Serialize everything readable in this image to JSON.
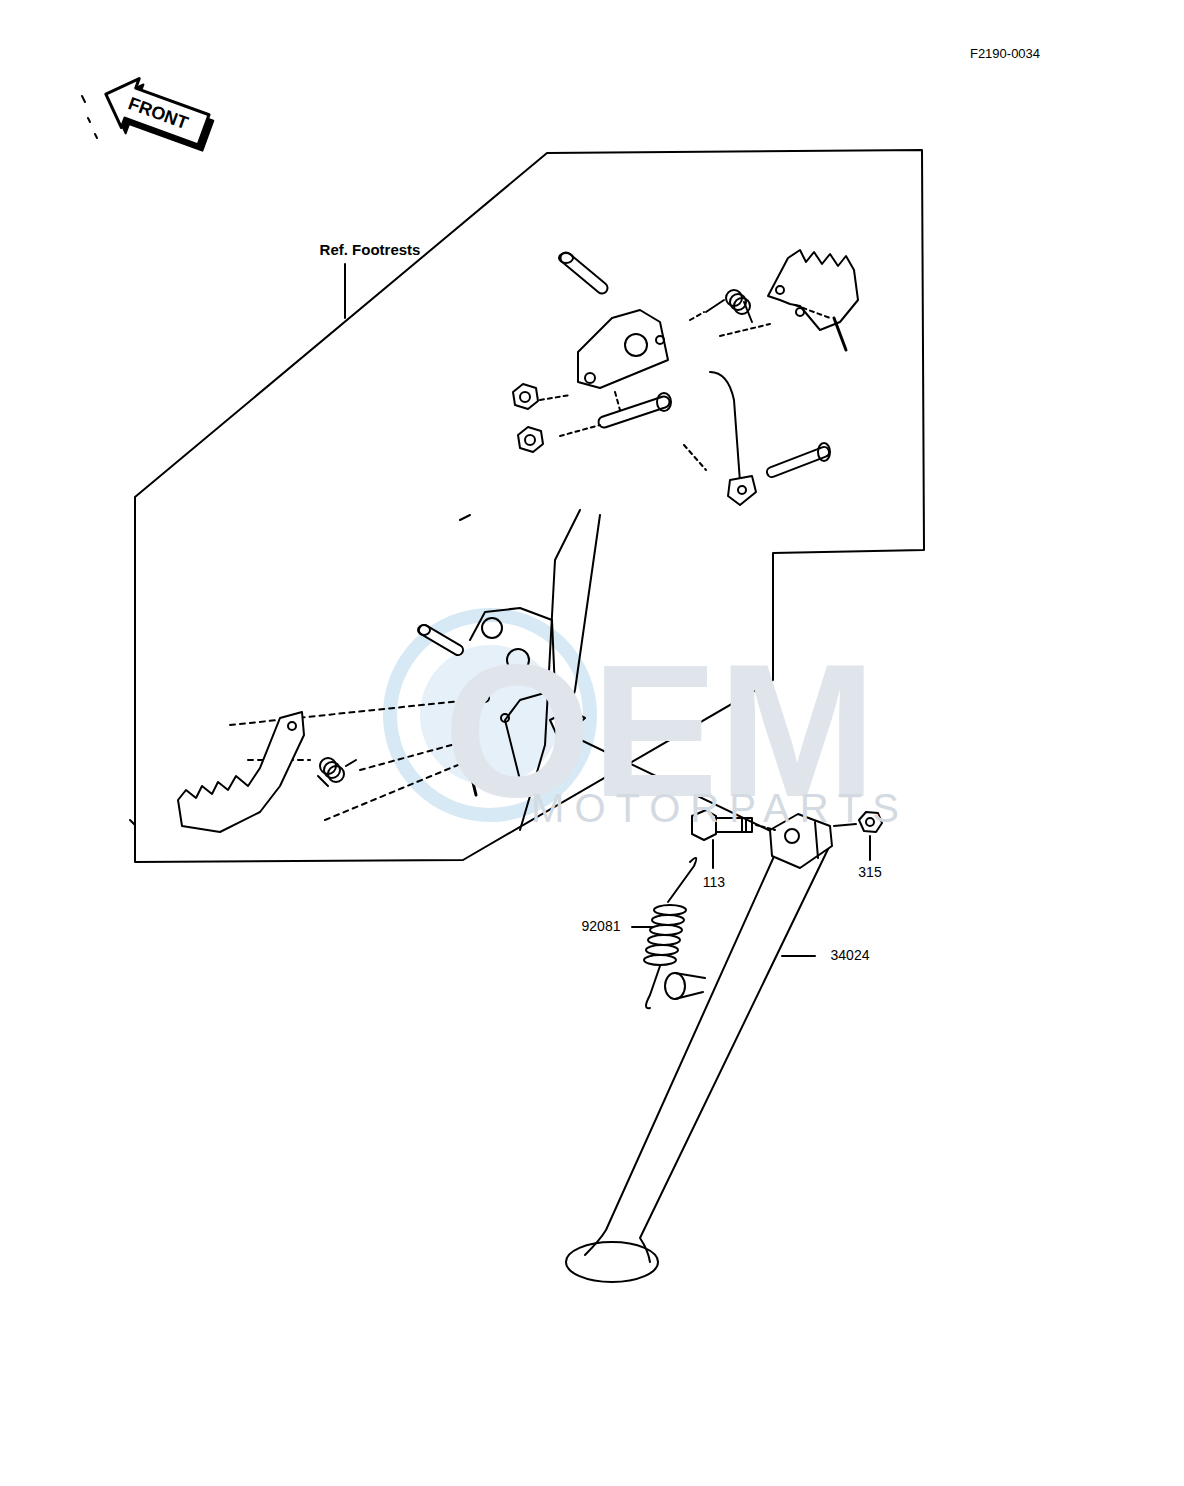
{
  "diagram": {
    "labels": [
      "OEM",
      "MOTORPARTS",
      "F2190-0034",
      "FRONT",
      "Ref. Footrests",
      "113",
      "315",
      "92081",
      "34024"
    ]
  }
}
